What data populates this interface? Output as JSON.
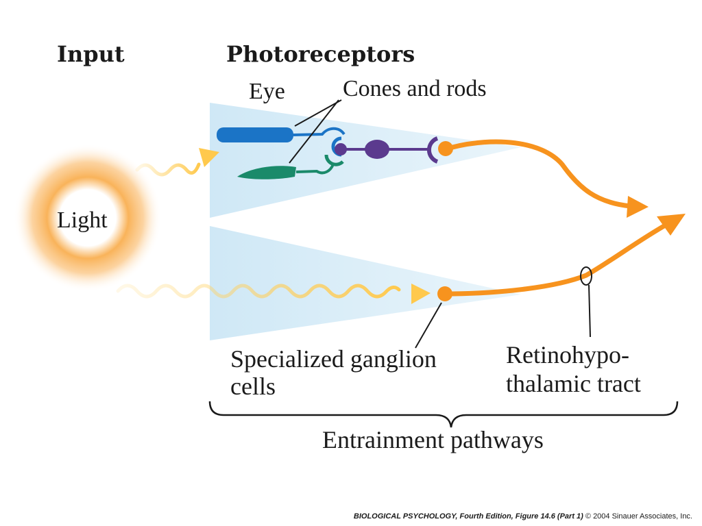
{
  "headings": {
    "input": "Input",
    "photoreceptors": "Photoreceptors"
  },
  "labels": {
    "eye": "Eye",
    "cones_rods": "Cones and rods",
    "light": "Light",
    "ganglion_line1": "Specialized ganglion",
    "ganglion_line2": "cells",
    "tract_line1": "Retinohypo-",
    "tract_line2": "thalamic tract",
    "brace": "Entrainment pathways"
  },
  "credit": {
    "title": "BIOLOGICAL PSYCHOLOGY, Fourth Edition, Figure 14.6 (Part 1)",
    "copyright": "© 2004 Sinauer Associates, Inc."
  },
  "colors": {
    "light_core": "#ffffff",
    "light_glow": "#f7a23a",
    "wave": "#ffd46a",
    "pathway": "#f7931e",
    "cone": "#1b74c6",
    "rod": "#1a8a6a",
    "bipolar": "#5b3a8e",
    "wedge": "#d6edf8"
  }
}
